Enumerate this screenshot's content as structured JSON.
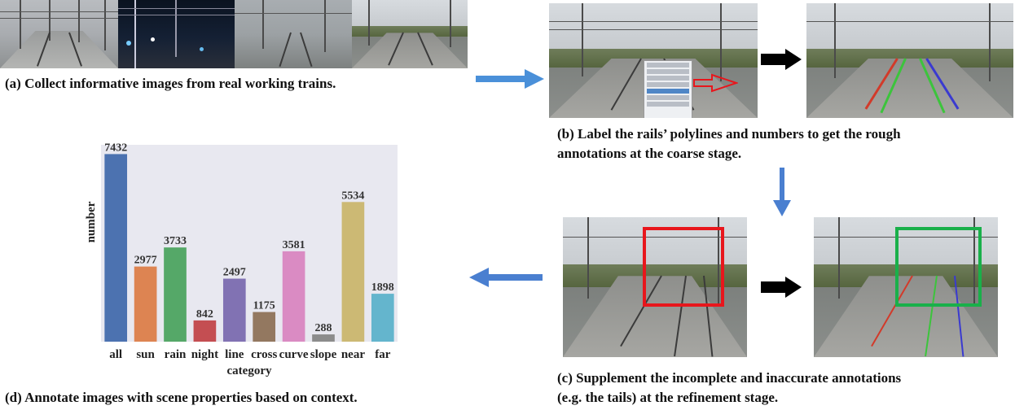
{
  "captions": {
    "a": "(a) Collect informative images from real working trains.",
    "b_line1": "(b) Label the rails’ polylines and numbers to get the rough",
    "b_line2": "annotations at the coarse stage.",
    "c_line1": "(c) Supplement the incomplete and inaccurate annotations",
    "c_line2": "(e.g. the tails) at the refinement stage.",
    "d": "(d) Annotate images with scene properties based on context."
  },
  "colors": {
    "arrow_blue": "#4a90d9",
    "arrow_black": "#000000",
    "box_red": "#e8161c",
    "box_green": "#19b04a",
    "label_arrow_red": "#e8161c",
    "rail_green": "#3cc43c",
    "rail_blue": "#3a3ad0",
    "rail_red": "#d23a2a"
  },
  "chart_data": {
    "type": "bar",
    "categories": [
      "all",
      "sun",
      "rain",
      "night",
      "line",
      "cross",
      "curve",
      "slope",
      "near",
      "far"
    ],
    "values": [
      7432,
      2977,
      3733,
      842,
      2497,
      1175,
      3581,
      288,
      5534,
      1898
    ],
    "colors": [
      "#4c72b0",
      "#dd8452",
      "#55a868",
      "#c44e52",
      "#8172b3",
      "#937860",
      "#da8bc3",
      "#8c8c8c",
      "#ccb974",
      "#64b5cd"
    ],
    "xlabel": "category",
    "ylabel": "number",
    "ylim": [
      0,
      7800
    ],
    "grid": false,
    "legend": "none"
  }
}
